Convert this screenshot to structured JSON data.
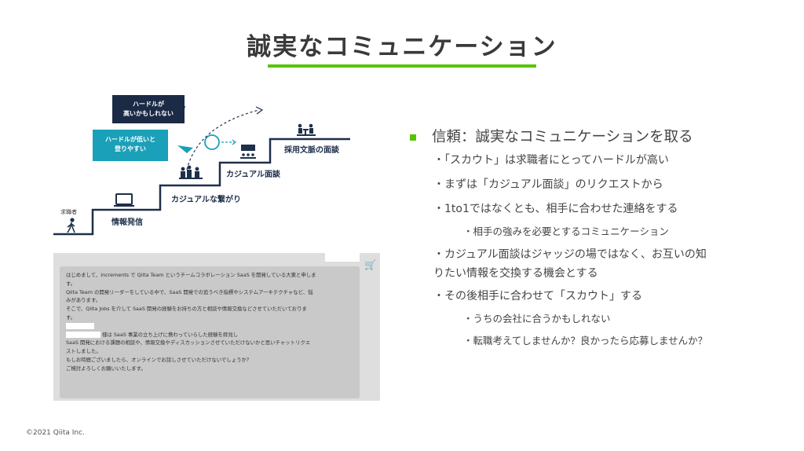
{
  "slide": {
    "title": "誠実なコミュニケーション",
    "footer": "©2021 Qiita Inc."
  },
  "diagram": {
    "bubble_high": [
      "ハードルが",
      "高いかもしれない"
    ],
    "bubble_low": [
      "ハードルが低いと",
      "登りやすい"
    ],
    "steps": {
      "seeker": "求職者",
      "info": "情報発信",
      "casual_connect": "カジュアルな繋がり",
      "casual_interview": "カジュアル面談",
      "hiring_interview": "採用文脈の面談"
    }
  },
  "chat": {
    "lines": [
      "はじめまして、Increments で Qiita Team というチームコラボレーション SaaS を開発している大東と申しま",
      "す。",
      "Qiita Team の開発リーダーをしている中で、SaaS 開発での追うべき指標やシステムアーキテクチャなど、悩",
      "みがあります。",
      "そこで、Qiita Jobs を介して SaaS 開発の経験をお持ちの方と相談や情報交換などさせていただいておりま",
      "す。"
    ],
    "line_redacted": "様は SaaS 事業の立ち上げに携わっていらした経験を拝見し",
    "lines_after": [
      "SaaS 開発における課題の相談や、情報交換やディスカッションさせていただけないかと思いチャットリクエ",
      "ストしました。",
      "もしお時間ございましたら、オンラインでお話しさせていただけないでしょうか？",
      "ご検討よろしくお願いいたします。"
    ]
  },
  "bullets": {
    "main": "信頼：誠実なコミュニケーションを取る",
    "items": [
      "・「スカウト」は求職者にとってハードルが高い",
      "・まずは「カジュアル面談」のリクエストから",
      "・1to1ではなくとも、相手に合わせた連絡をする",
      "・相手の強みを必要とするコミュニケーション",
      "・カジュアル面談はジャッジの場ではなく、お互いの知",
      "りたい情報を交換する機会とする",
      "・その後相手に合わせて「スカウト」する",
      "・うちの会社に合うかもしれない",
      "・転職考えてしませんか？良かったら応募しませんか？"
    ]
  },
  "colors": {
    "accent": "#55c500",
    "dark_bubble": "#1b2a45",
    "teal_bubble": "#1aa0b8"
  }
}
